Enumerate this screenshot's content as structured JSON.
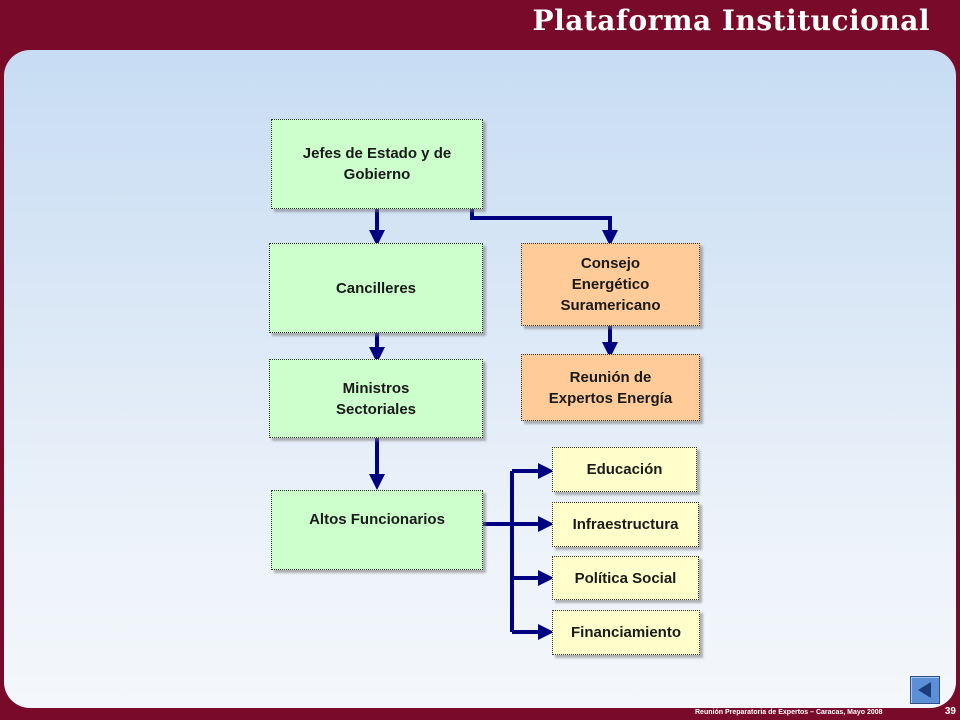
{
  "title": "Plataforma Institucional",
  "left_column": {
    "jefes": "Jefes de Estado y de Gobierno",
    "cancilleres": "Cancilleres",
    "ministros": "Ministros Sectoriales",
    "altos": "Altos Funcionarios"
  },
  "right_column": {
    "consejo": "Consejo Energético Suramericano",
    "reunion": "Reunión de Expertos Energía"
  },
  "areas": [
    "Educación",
    "Infraestructura",
    "Política Social",
    "Financiamiento"
  ],
  "footer": "Reunión Preparatoria de Expertos – Caracas, Mayo 2008",
  "page_number": "39",
  "colors": {
    "frame": "#7a0a2a",
    "arrow": "#000080",
    "green_box": "#ccffcc",
    "orange_box": "#ffcc99",
    "yellow_box": "#ffffcc"
  }
}
